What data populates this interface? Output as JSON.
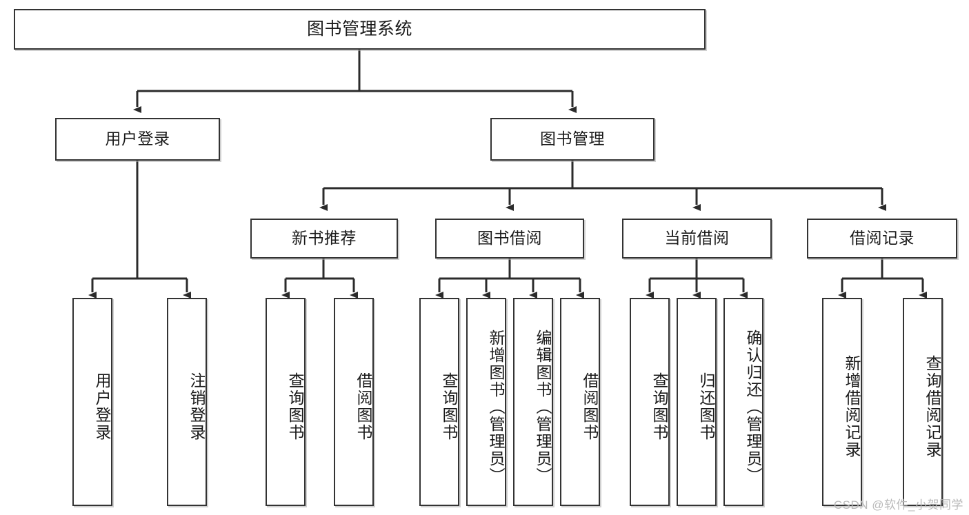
{
  "diagram": {
    "title": "图书管理系统",
    "type": "tree-hierarchy-chart",
    "root": {
      "label": "图书管理系统"
    },
    "level1": [
      {
        "label": "用户登录"
      },
      {
        "label": "图书管理"
      }
    ],
    "level2": [
      {
        "label": "新书推荐"
      },
      {
        "label": "图书借阅"
      },
      {
        "label": "当前借阅"
      },
      {
        "label": "借阅记录"
      }
    ],
    "leaves": {
      "user_login": [
        {
          "label": "用户登录"
        },
        {
          "label": "注销登录"
        }
      ],
      "new_book_recommend": [
        {
          "label": "查询图书"
        },
        {
          "label": "借阅图书"
        }
      ],
      "book_borrow": [
        {
          "label": "查询图书"
        },
        {
          "label": "新增图书（管理员）"
        },
        {
          "label": "编辑图书（管理员）"
        },
        {
          "label": "借阅图书"
        }
      ],
      "current_borrow": [
        {
          "label": "查询图书"
        },
        {
          "label": "归还图书"
        },
        {
          "label": "确认归还（管理员）"
        }
      ],
      "borrow_record": [
        {
          "label": "新增借阅记录"
        },
        {
          "label": "查询借阅记录"
        }
      ]
    },
    "watermark": "CSDN @软件_小贺同学",
    "colors": {
      "box_border": "#333333",
      "box_fill": "#ffffff",
      "connector": "#2b2b2b",
      "text": "#1a1a1a",
      "watermark": "#b9b9b9"
    }
  }
}
